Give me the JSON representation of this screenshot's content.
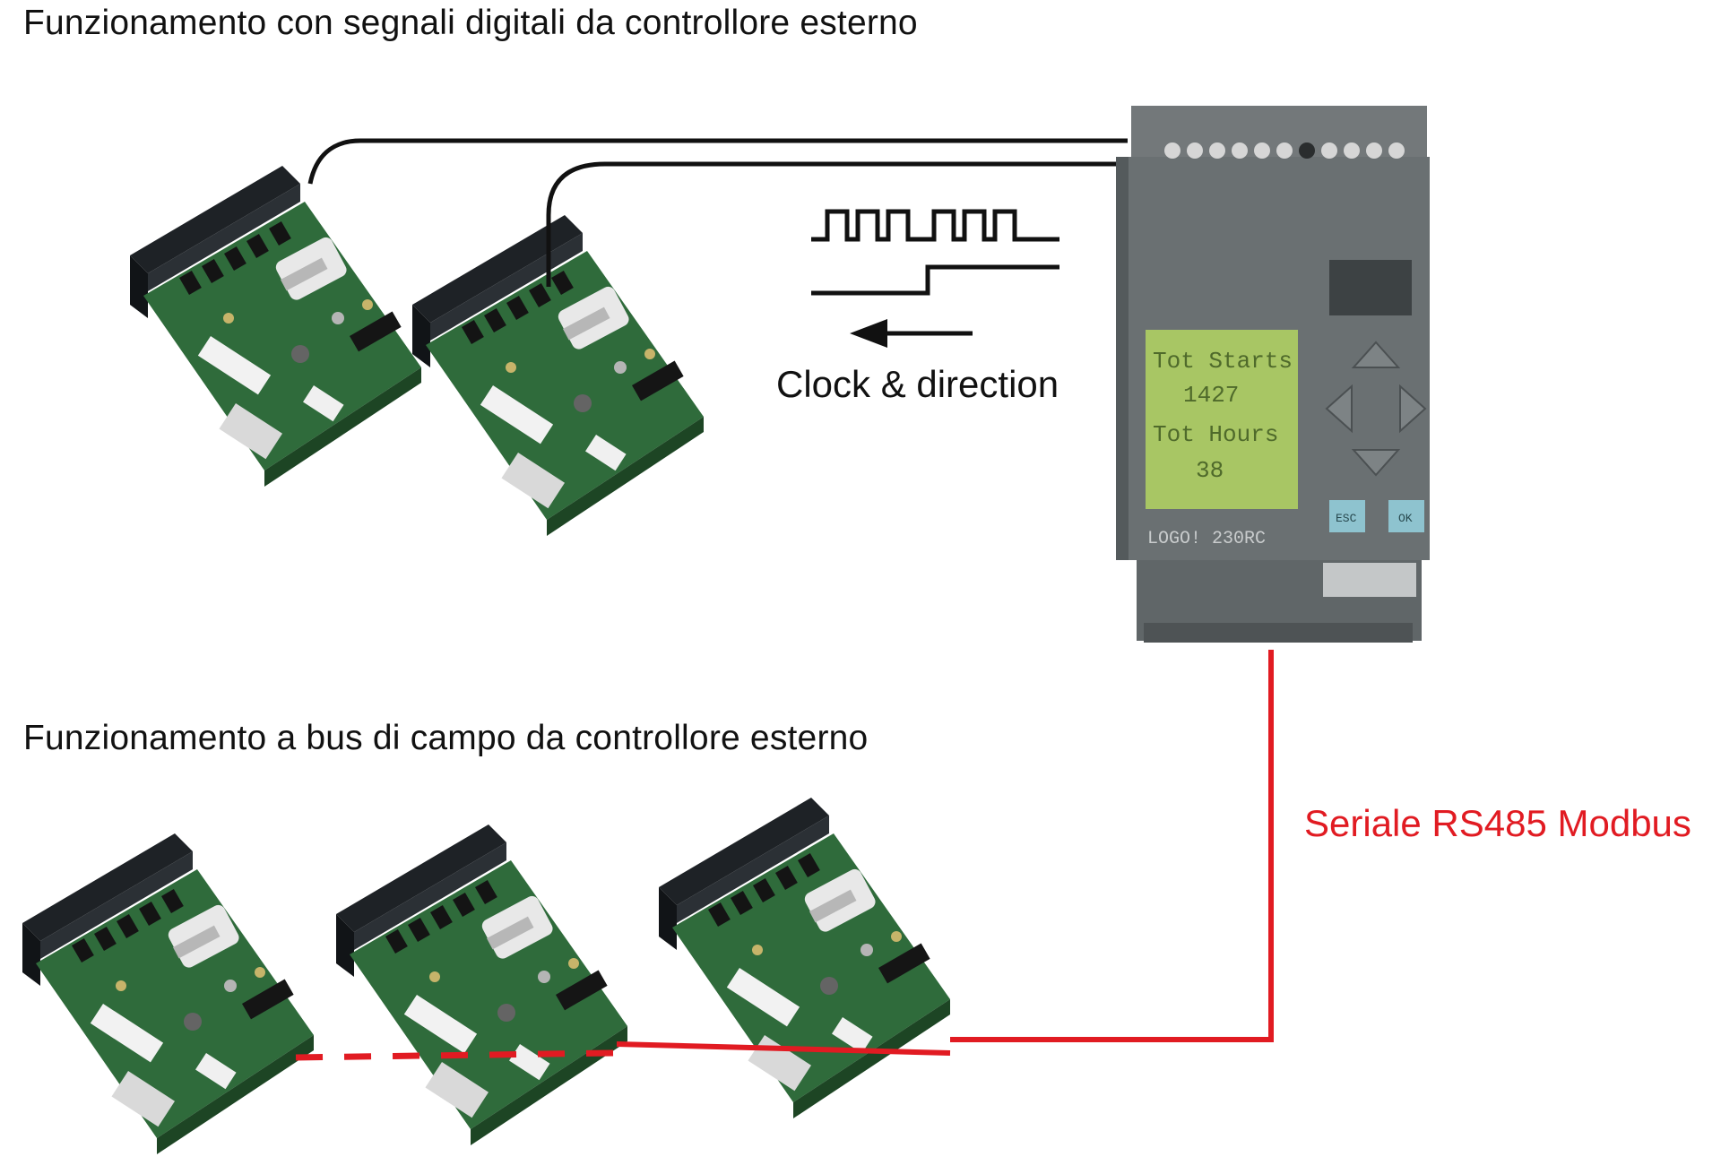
{
  "headings": {
    "digital": "Funzionamento con segnali digitali da controllore esterno",
    "fieldbus": "Funzionamento a bus di campo da controllore esterno"
  },
  "signals": {
    "label": "Clock & direction"
  },
  "bus": {
    "label": "Seriale RS485 Modbus"
  },
  "plc": {
    "brand": "LOGO! 230RC",
    "display_lines": [
      "Tot Starts",
      "1427",
      "Tot Hours",
      "38"
    ],
    "esc_label": "ESC",
    "ok_label": "OK"
  },
  "colors": {
    "bus_line": "#e11b22",
    "signal_wire": "#111111",
    "pcb_green": "#2f6b3b",
    "heatsink": "#1f2326",
    "lcd": "#a8c664"
  }
}
